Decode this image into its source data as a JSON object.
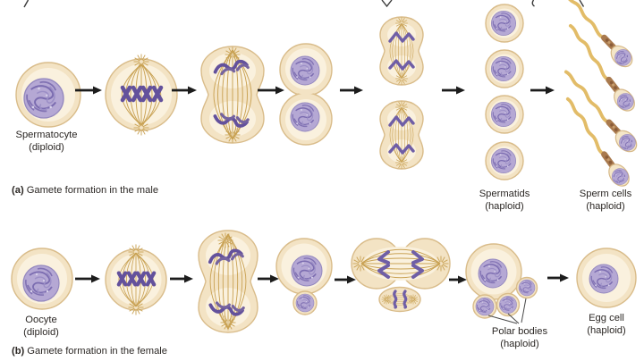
{
  "colors": {
    "background": "#ffffff",
    "cell_fill": "#f3e3c4",
    "cell_inner": "#faf1de",
    "cell_outline": "#d9bc8a",
    "nucleus_fill": "#b5a8d4",
    "nucleus_detail": "#7b6cb0",
    "chromosome": "#63519c",
    "spindle_fiber": "#c9a254",
    "sperm_tail": "#e2bc68",
    "sperm_midpiece": "#a97a4e",
    "arrow": "#1c1c1c",
    "text": "#2b2724"
  },
  "panel_a": {
    "caption": {
      "prefix": "(a)",
      "text": "Gamete formation in the male"
    },
    "labels": {
      "start_cell": {
        "line1": "Spermatocyte",
        "line2": "(diploid)"
      },
      "spermatids": {
        "line1": "Spermatids",
        "line2": "(haploid)"
      },
      "sperm_cells": {
        "line1": "Sperm cells",
        "line2": "(haploid)"
      }
    }
  },
  "panel_b": {
    "caption": {
      "prefix": "(b)",
      "text": "Gamete formation in the female"
    },
    "labels": {
      "start_cell": {
        "line1": "Oocyte",
        "line2": "(diploid)"
      },
      "polar_bodies": {
        "line1": "Polar bodies",
        "line2": "(haploid)"
      },
      "egg_cell": {
        "line1": "Egg cell",
        "line2": "(haploid)"
      }
    }
  }
}
